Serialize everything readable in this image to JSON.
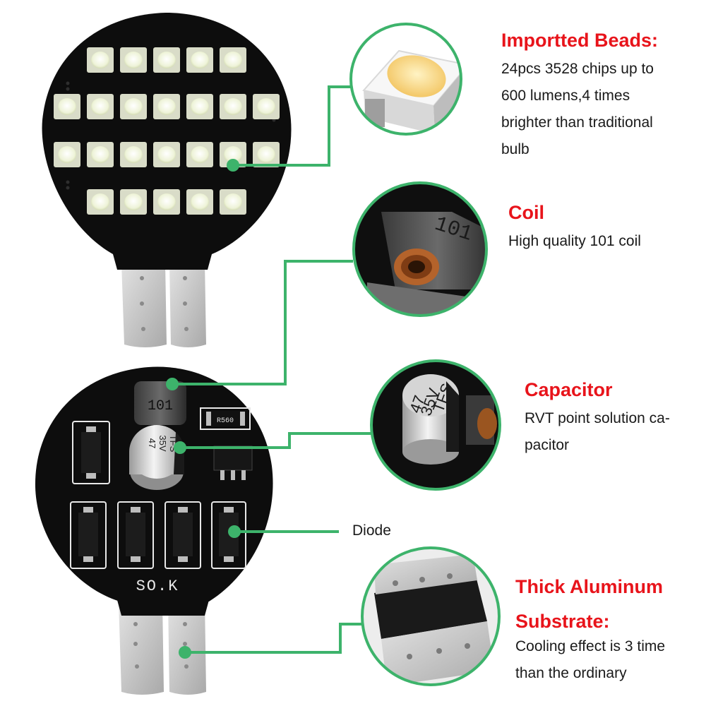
{
  "colors": {
    "accent_green": "#3db36b",
    "title_red": "#e8141b",
    "pcb_black": "#0d0d0d",
    "led_white": "#f6f8e6",
    "pad_silver": "#c7c7c7"
  },
  "front_board": {
    "led_rows": [
      5,
      7,
      7,
      5
    ],
    "led_total": 24
  },
  "back_board": {
    "coil_marking": "101",
    "resistor_marking": "R560",
    "capacitor_marking_lines": [
      "47",
      "35V",
      "TFS"
    ],
    "silkscreen_text": "SO.K"
  },
  "callouts": {
    "beads": {
      "title": "Importted Beads:",
      "lines": [
        "24pcs 3528 chips up to",
        "600 lumens,4 times",
        "brighter than traditional",
        "bulb"
      ]
    },
    "coil": {
      "title": "Coil",
      "lines": [
        "High quality 101 coil"
      ],
      "inset_marking": "101"
    },
    "capacitor": {
      "title": "Capacitor",
      "lines": [
        "RVT point solution ca-",
        "pacitor"
      ],
      "inset_marking_lines": [
        "47",
        "35V",
        "TFS"
      ]
    },
    "diode": {
      "label": "Diode"
    },
    "substrate": {
      "title_lines": [
        "Thick Aluminum",
        "Substrate:"
      ],
      "lines": [
        "Cooling effect is 3 time",
        "than the ordinary"
      ]
    }
  }
}
